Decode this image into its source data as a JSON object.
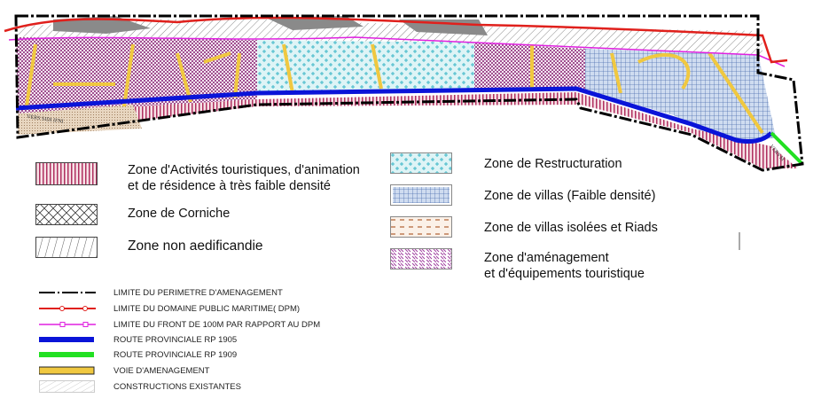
{
  "map": {
    "road_labels": [
      "VERS SIDI IFNI",
      "VERS M"
    ],
    "colors": {
      "perimeter": "#000000",
      "dpm": "#e0201c",
      "front_100m": "#e020e0",
      "rp1905": "#0a14d8",
      "rp1909": "#22e022",
      "voie": "#f0c840",
      "tourism_low_density": "#b03060",
      "restructuration": "#40c0d0",
      "villas": "#3060c0",
      "amenagement": "#a040a0"
    }
  },
  "zone_legend": [
    {
      "id": "tourism-low-density",
      "line1": "Zone d'Activités touristiques, d'animation",
      "line2": "et de résidence à très faible densité"
    },
    {
      "id": "corniche",
      "line1": "Zone de Corniche"
    },
    {
      "id": "non-aedificandie",
      "line1": "Zone non aedificandie"
    },
    {
      "id": "restructuration",
      "line1": "Zone de Restructuration"
    },
    {
      "id": "villas",
      "line1": "Zone de villas (Faible densité)"
    },
    {
      "id": "villas-isolees",
      "line1": "Zone de villas isolées et Riads"
    },
    {
      "id": "amenagement",
      "line1": "Zone d'aménagement",
      "line2": "et d'équipements touristique"
    }
  ],
  "line_legend": [
    "LIMITE DU PERIMETRE D'AMENAGEMENT",
    "LIMITE DU DOMAINE PUBLIC MARITIME( DPM)",
    "LIMITE DU FRONT DE 100M PAR RAPPORT AU DPM",
    "ROUTE PROVINCIALE RP 1905",
    "ROUTE PROVINCIALE RP 1909",
    "VOIE D'AMENAGEMENT",
    "CONSTRUCTIONS EXISTANTES"
  ]
}
